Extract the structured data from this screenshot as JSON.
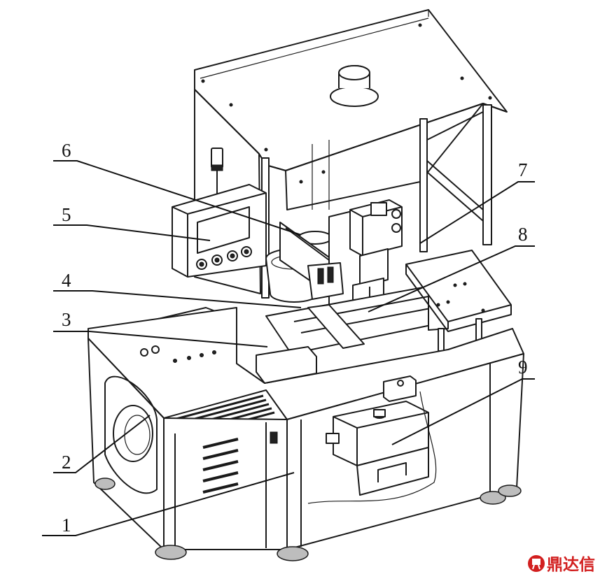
{
  "labels": [
    {
      "id": "1",
      "text": "1"
    },
    {
      "id": "2",
      "text": "2"
    },
    {
      "id": "3",
      "text": "3"
    },
    {
      "id": "4",
      "text": "4"
    },
    {
      "id": "5",
      "text": "5"
    },
    {
      "id": "6",
      "text": "6"
    },
    {
      "id": "7",
      "text": "7"
    },
    {
      "id": "8",
      "text": "8"
    },
    {
      "id": "9",
      "text": "9"
    }
  ],
  "watermark": {
    "text": "鼎达信",
    "logo_icon": "dingdaxin-logo-icon",
    "color": "#d21f1f"
  }
}
